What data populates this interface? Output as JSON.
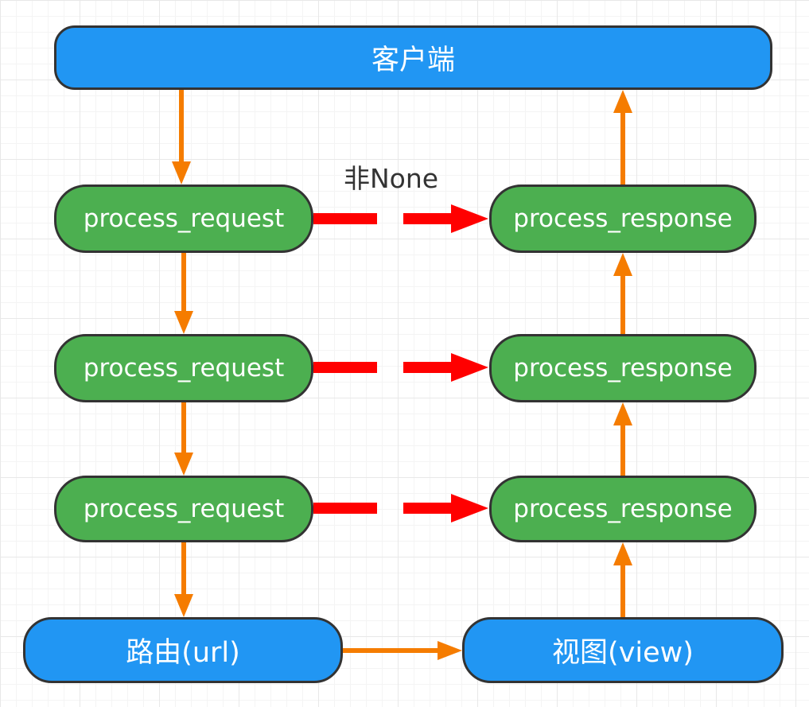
{
  "nodes": {
    "client": "客户端",
    "process_request": "process_request",
    "process_response": "process_response",
    "router": "路由(url)",
    "view": "视图(view)"
  },
  "edge_label": "非None",
  "colors": {
    "blue_node": "#2196f3",
    "green_node": "#4caf50",
    "node_border": "#333333",
    "flow_arrow": "#f57c00",
    "short_circuit_arrow": "#ff0000"
  },
  "icons": {
    "flow_arrow": "orange-solid-arrow",
    "short_circuit_arrow": "red-dashed-arrow"
  }
}
